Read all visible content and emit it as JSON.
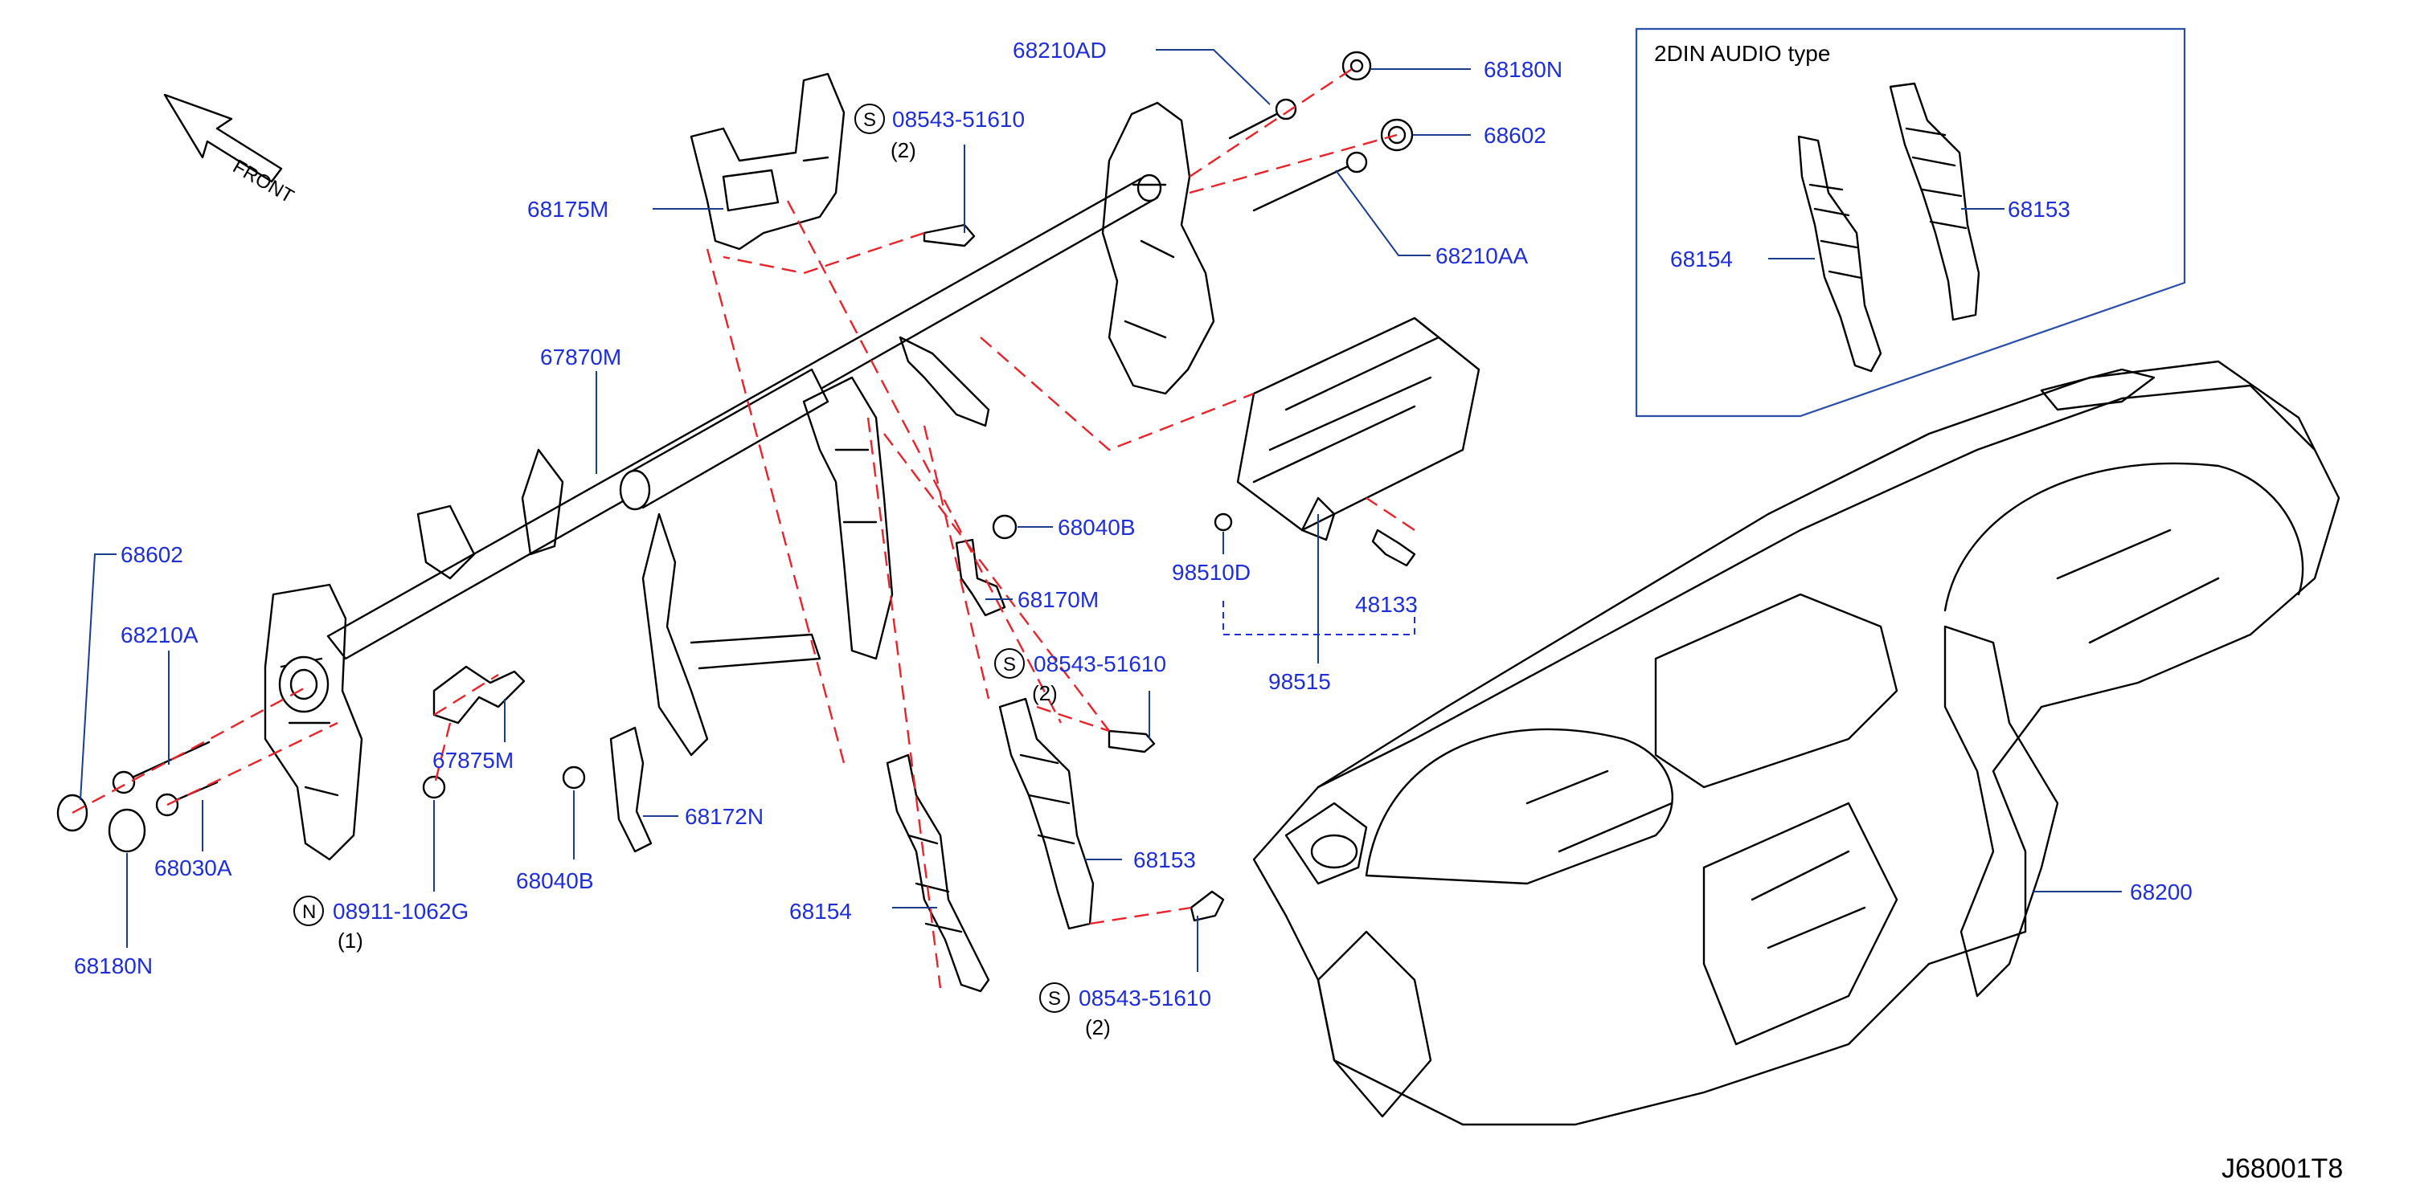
{
  "diagram_code": "J68001T8",
  "front_label": "FRONT",
  "inset": {
    "title": "2DIN    AUDIO    type",
    "labels": [
      "68154",
      "68153"
    ]
  },
  "callouts": {
    "c68210AD": "68210AD",
    "c68180N_top": "68180N",
    "c68602_top": "68602",
    "c68210AA": "68210AA",
    "c68175M": "68175M",
    "c67870M": "67870M",
    "c68602_left": "68602",
    "c68210A_left": "68210A",
    "c68030A": "68030A",
    "c68180N_left": "68180N",
    "c67875M": "67875M",
    "c68040B_left": "68040B",
    "c68172N": "68172N",
    "c68040B_mid": "68040B",
    "c68170M": "68170M",
    "c68154": "68154",
    "c68153": "68153",
    "c98510D": "98510D",
    "c98515": "98515",
    "c48133": "48133",
    "c68200": "68200"
  },
  "fasteners": [
    {
      "mark": "S",
      "part": "08543-51610",
      "qty": "(2)"
    },
    {
      "mark": "S",
      "part": "08543-51610",
      "qty": "(2)"
    },
    {
      "mark": "S",
      "part": "08543-51610",
      "qty": "(2)"
    },
    {
      "mark": "N",
      "part": "08911-1062G",
      "qty": "(1)"
    }
  ],
  "colors": {
    "callout": "#1f2fd6",
    "leader": "#1a3d8f",
    "dashed_guide": "#e8232a",
    "line_art": "#000000"
  }
}
